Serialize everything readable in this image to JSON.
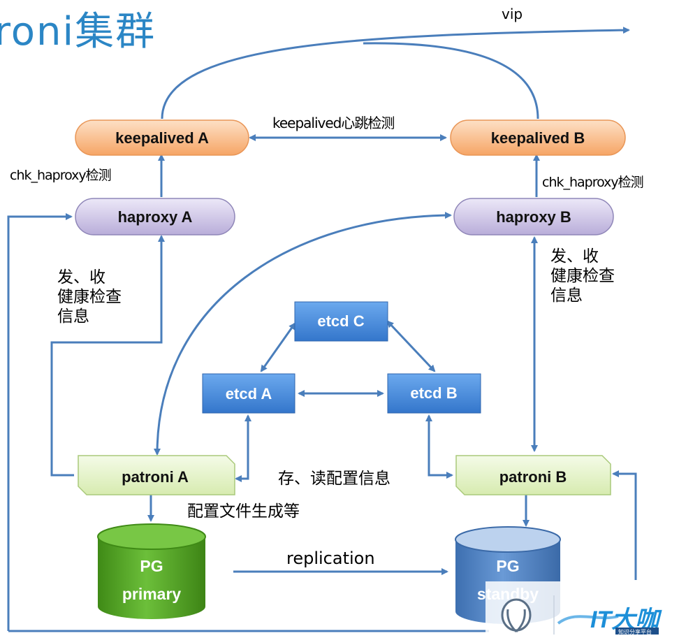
{
  "title": "roni集群",
  "labels": {
    "vip": "vip",
    "keepalived_heartbeat": "keepalived心跳检测",
    "chk_haproxy_a": "chk_haproxy检测",
    "chk_haproxy_b": "chk_haproxy检测",
    "health_a": [
      "发、收",
      "健康检查",
      "信息"
    ],
    "health_b": [
      "发、收",
      "健康检查",
      "信息"
    ],
    "store_read_config": "存、读配置信息",
    "config_gen": "配置文件生成等",
    "replication": "replication"
  },
  "nodes": {
    "keepalived_a": "keepalived A",
    "keepalived_b": "keepalived B",
    "haproxy_a": "haproxy A",
    "haproxy_b": "haproxy B",
    "etcd_a": "etcd A",
    "etcd_b": "etcd B",
    "etcd_c": "etcd C",
    "patroni_a": "patroni A",
    "patroni_b": "patroni B",
    "pg_primary": [
      "PG",
      "primary"
    ],
    "pg_standby": [
      "PG",
      "standby"
    ]
  },
  "watermark": {
    "brand": "IT大咖",
    "sub": "知识分享平台"
  },
  "colors": {
    "arrow": "#4a7ebb",
    "keepalived_fill": "#f9b27a",
    "haproxy_fill": "#c9bfe6",
    "etcd_fill": "#4a8fdc",
    "patroni_fill": "#e4f2c8",
    "pg_primary": "#5fa630",
    "pg_standby": "#4f86c6",
    "title": "#2b86c5"
  }
}
